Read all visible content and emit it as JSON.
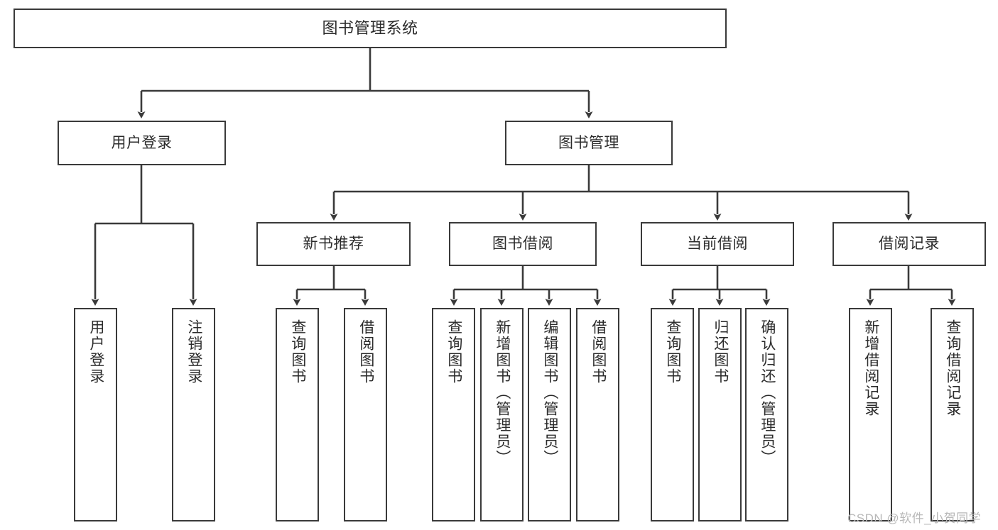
{
  "diagram": {
    "type": "tree-hierarchy",
    "title": "图书管理系统",
    "theme": {
      "background": "#ffffff",
      "box_border": "#3a3a3a",
      "box_fill": "#ffffff",
      "text": "#2b2b2b",
      "connector": "#3a3a3a",
      "watermark": "#b8b8b8"
    },
    "levels": {
      "level1": [
        "图书管理系统"
      ],
      "level2": [
        "用户登录",
        "图书管理"
      ],
      "level3": [
        "新书推荐",
        "图书借阅",
        "当前借阅",
        "借阅记录"
      ],
      "level4": [
        "用户登录",
        "注销登录",
        "查询图书",
        "借阅图书",
        "查询图书",
        "新增图书（管理员）",
        "编辑图书（管理员）",
        "借阅图书",
        "查询图书",
        "归还图书",
        "确认归还（管理员）",
        "新增借阅记录",
        "查询借阅记录"
      ]
    },
    "nodes": {
      "root": {
        "label": "图书管理系统"
      },
      "user_login": {
        "label": "用户登录"
      },
      "book_mgmt": {
        "label": "图书管理"
      },
      "new_book_rec": {
        "label": "新书推荐"
      },
      "book_borrow": {
        "label": "图书借阅"
      },
      "current_borrow": {
        "label": "当前借阅"
      },
      "borrow_record": {
        "label": "借阅记录"
      },
      "leaf_user_login": {
        "label": "用户登录"
      },
      "leaf_logout": {
        "label": "注销登录"
      },
      "leaf_query_book_a": {
        "label": "查询图书"
      },
      "leaf_borrow_book_a": {
        "label": "借阅图书"
      },
      "leaf_query_book_b": {
        "label": "查询图书"
      },
      "leaf_add_book": {
        "label": "新增图书（管理员）"
      },
      "leaf_edit_book": {
        "label": "编辑图书（管理员）"
      },
      "leaf_borrow_book_b": {
        "label": "借阅图书"
      },
      "leaf_query_book_c": {
        "label": "查询图书"
      },
      "leaf_return_book": {
        "label": "归还图书"
      },
      "leaf_confirm_return": {
        "label": "确认归还（管理员）"
      },
      "leaf_add_record": {
        "label": "新增借阅记录"
      },
      "leaf_query_record": {
        "label": "查询借阅记录"
      }
    },
    "watermark": "CSDN @软件_小贺同学"
  }
}
